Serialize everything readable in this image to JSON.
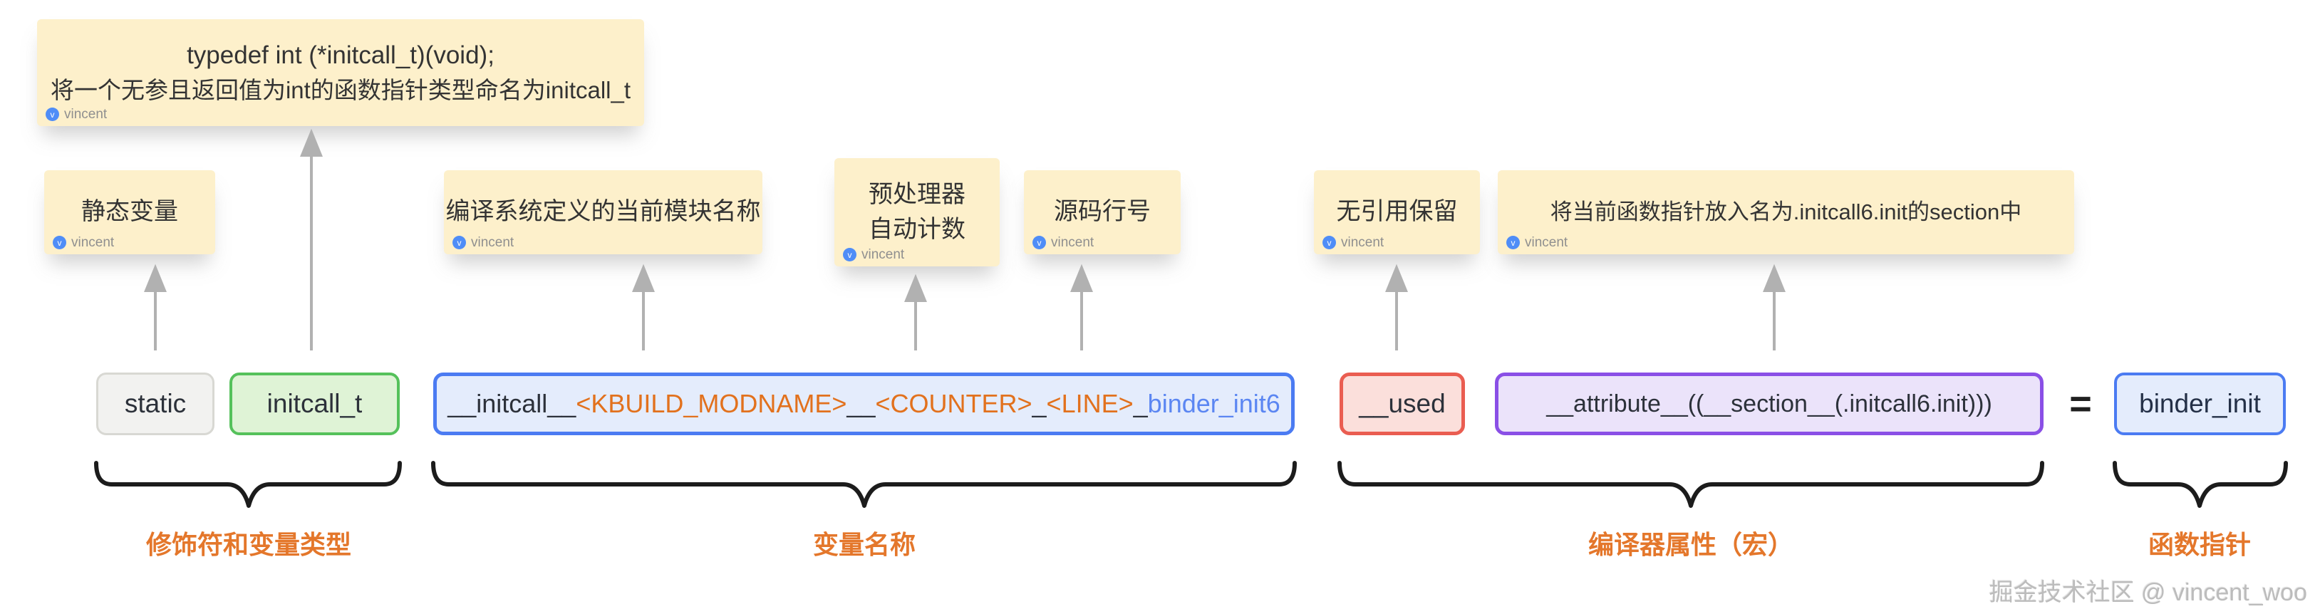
{
  "badge_label": "vincent",
  "notes": {
    "typedef": {
      "line1": "typedef int (*initcall_t)(void);",
      "line2": "将一个无参且返回值为int的函数指针类型命名为initcall_t"
    },
    "static_var": {
      "text": "静态变量"
    },
    "modname": {
      "text": "编译系统定义的当前模块名称"
    },
    "counter": {
      "line1": "预处理器",
      "line2": "自动计数"
    },
    "line_no": {
      "text": "源码行号"
    },
    "used": {
      "text": "无引用保留"
    },
    "section": {
      "text": "将当前函数指针放入名为.initcall6.init的section中"
    }
  },
  "code": {
    "static_keyword": "static",
    "type_name": "initcall_t",
    "variable_name_segments": [
      {
        "text": "__initcall__",
        "color": "dark"
      },
      {
        "text": "<KBUILD_MODNAME>",
        "color": "orange"
      },
      {
        "text": "__",
        "color": "dark"
      },
      {
        "text": "<COUNTER>",
        "color": "orange"
      },
      {
        "text": "_",
        "color": "dark"
      },
      {
        "text": "<LINE>",
        "color": "orange"
      },
      {
        "text": "_",
        "color": "dark"
      },
      {
        "text": "binder_init6",
        "color": "blue"
      }
    ],
    "used_keyword": "__used",
    "attribute": "__attribute__((__section__(.initcall6.init)))",
    "equals": "=",
    "value": "binder_init"
  },
  "groups": [
    {
      "label": "修饰符和变量类型"
    },
    {
      "label": "变量名称"
    },
    {
      "label": "编译器属性（宏）"
    },
    {
      "label": "函数指针"
    }
  ],
  "watermark": "掘金技术社区 @ vincent_woo",
  "colors": {
    "note_bg": "#fdf0cb",
    "token_static_bg": "#f2f2f0",
    "token_type_border": "#55c15b",
    "token_name_border": "#4b7bf2",
    "token_used_border": "#ea5d51",
    "token_attr_border": "#8a4fe6",
    "segment_orange": "#e2711d",
    "segment_blue": "#5b86f2",
    "group_label_orange": "#e4772b",
    "arrow_gray": "#b1b1b1",
    "brace_black": "#1c1c1c"
  }
}
